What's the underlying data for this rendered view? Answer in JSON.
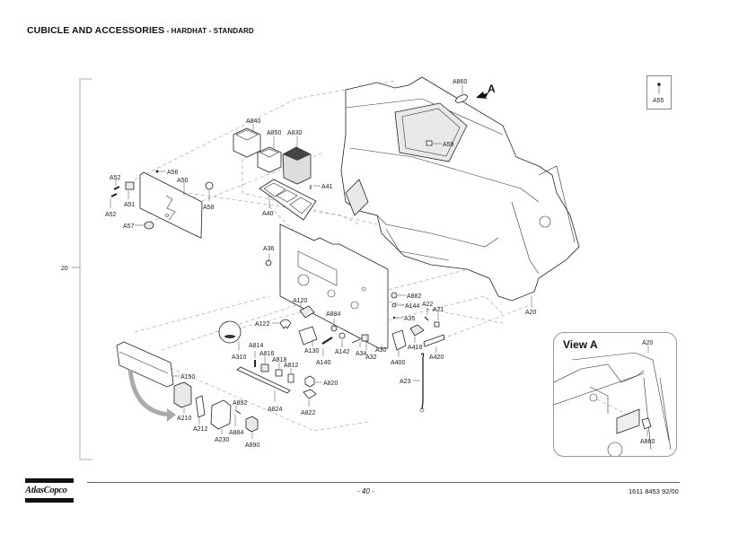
{
  "page": {
    "title_main": "CUBICLE AND ACCESSORIES",
    "title_sub": " - HARDHAT - STANDARD"
  },
  "diagram": {
    "bracket_label": "20",
    "labels": {
      "A20": "A20",
      "A21": "A21",
      "A22": "A22",
      "A23": "A23",
      "A30": "A30",
      "A32": "A32",
      "A34": "A34",
      "A35": "A35",
      "A36": "A36",
      "A40": "A40",
      "A41": "A41",
      "A50": "A50",
      "A51": "A51",
      "A52_top": "A52",
      "A52_bottom": "A52",
      "A56": "A56",
      "A57": "A57",
      "A58": "A58",
      "A59": "A59",
      "A120": "A120",
      "A122": "A122",
      "A130": "A130",
      "A140": "A140",
      "A142": "A142",
      "A144": "A144",
      "A150": "A150",
      "A210": "A210",
      "A212": "A212",
      "A230": "A230",
      "A310": "A310",
      "A400": "A400",
      "A410": "A410",
      "A420": "A420",
      "A812": "A812",
      "A814": "A814",
      "A816": "A816",
      "A818": "A818",
      "A820": "A820",
      "A822": "A822",
      "A824": "A824",
      "A830": "A830",
      "A840": "A840",
      "A850": "A850",
      "A860": "A860",
      "A882": "A882",
      "A884_top": "A884",
      "A884_bottom": "A884",
      "A890": "A890",
      "A892": "A892"
    },
    "view_arrow_label": "A",
    "inset": {
      "label": "A55"
    },
    "view_a": {
      "title": "View A",
      "labels": {
        "A20": "A20",
        "A860": "A860"
      }
    }
  },
  "footer": {
    "brand": "AtlasCopco",
    "page_number": "- 40 -",
    "document_number": "1611 8453 92/00"
  }
}
